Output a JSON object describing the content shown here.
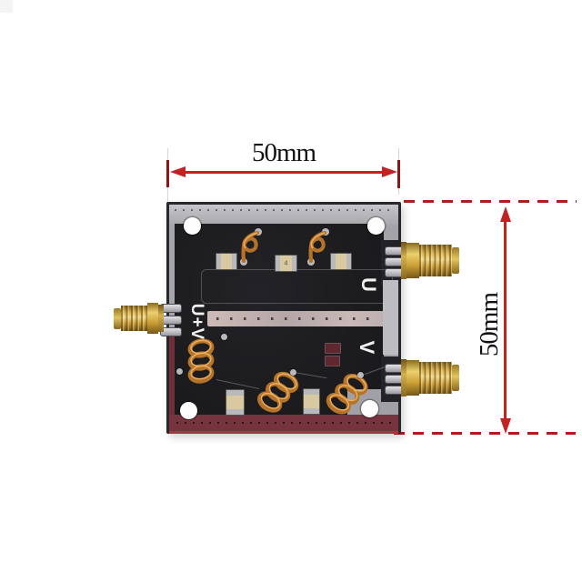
{
  "annotations": {
    "horizontal": {
      "label": "50mm"
    },
    "vertical": {
      "label": "50mm"
    }
  },
  "board": {
    "port_labels": {
      "left": "U+V",
      "top_right": "U",
      "bottom_right": "V"
    },
    "smd_marking": "4"
  },
  "colors": {
    "background": "#ffffff",
    "dimension_red": "#c32222",
    "tick_dark_red": "#8e1616",
    "dash_red": "#b31b1b",
    "pcb_black": "#1d1d20",
    "pcb_edge_gray": "#b4b4b8",
    "pcb_maroon": "#76343f",
    "copper_coil": "#b5732a",
    "connector_gold": "#d4af37",
    "label_white": "#f2f2f2"
  }
}
